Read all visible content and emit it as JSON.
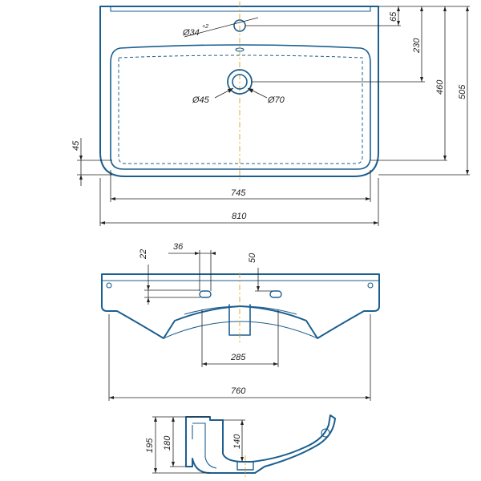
{
  "top_view": {
    "dims": {
      "tap_hole_dia": "Ø34",
      "tap_hole_tol": "+2",
      "from_edge": "65",
      "to_drain": "230",
      "to_bowl_end": "460",
      "total_depth": "505",
      "front_lip": "45",
      "drain_dia": "Ø45",
      "drain_outer_dia": "Ø70",
      "bowl_width": "745",
      "total_width": "810"
    }
  },
  "front_view": {
    "dims": {
      "mount_hole_offset": "22",
      "mount_hole_width": "36",
      "mount_hole_height": "50",
      "siphon_width": "285",
      "mount_width": "760"
    }
  },
  "side_view": {
    "dims": {
      "total_height": "195",
      "body_height": "180",
      "bowl_depth": "140"
    }
  }
}
